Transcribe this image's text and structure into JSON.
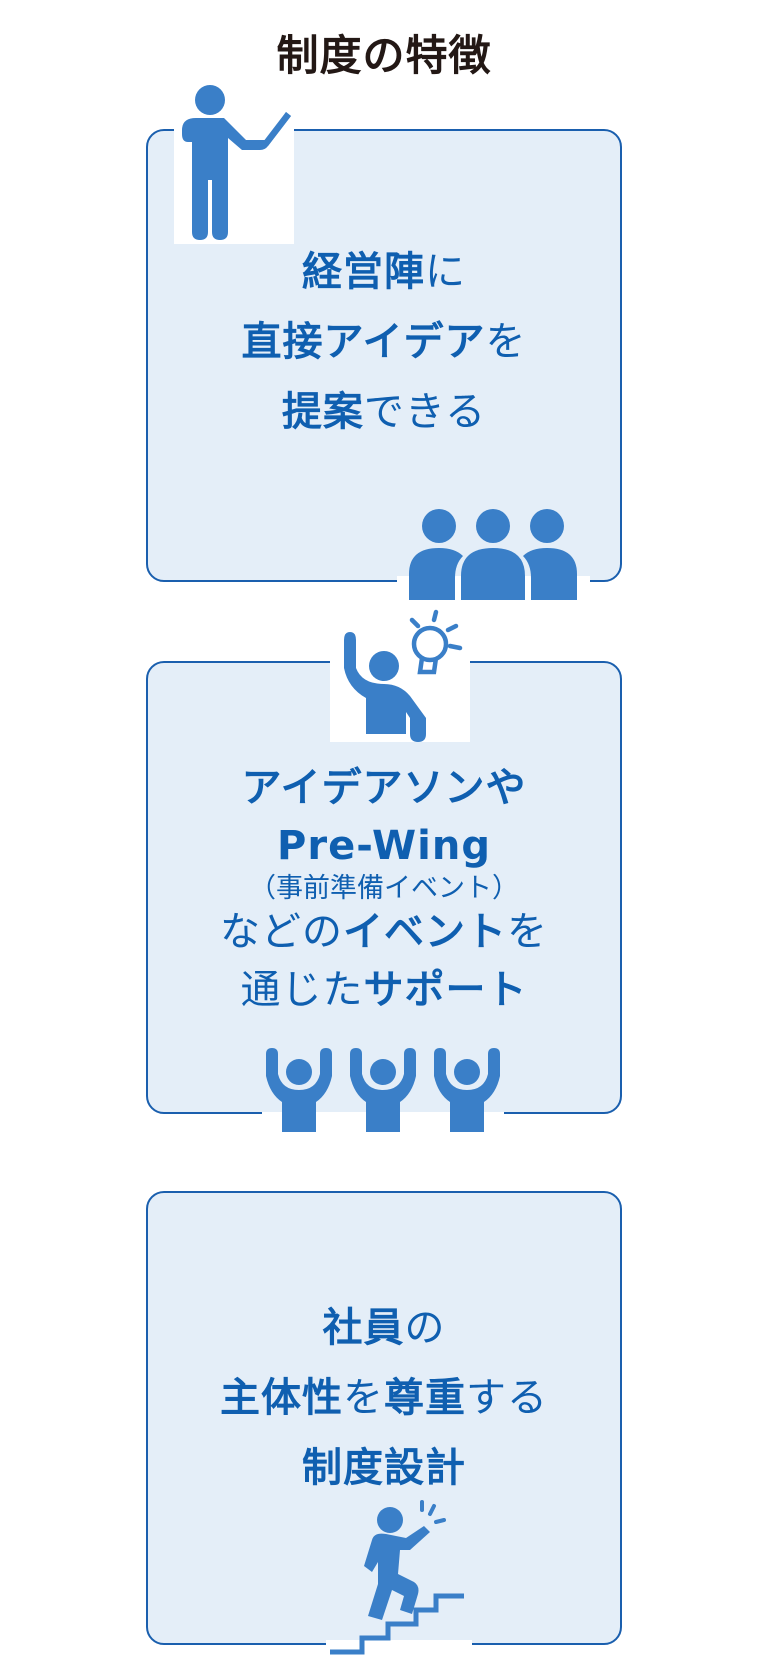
{
  "page": {
    "title": "制度の特徴"
  },
  "colors": {
    "accent": "#0f5fb0",
    "card_border": "#1a5fae",
    "card_background": "#e4eef8",
    "icon": "#3a7fc8",
    "title_text": "#231815"
  },
  "features": [
    {
      "icon_top": "presenter-icon",
      "icon_bottom": "audience-icon",
      "lines": [
        {
          "parts": [
            {
              "text": "経営陣",
              "weight": "bold"
            },
            {
              "text": "に",
              "weight": "normal"
            }
          ]
        },
        {
          "parts": [
            {
              "text": "直接アイデア",
              "weight": "bold"
            },
            {
              "text": "を",
              "weight": "normal"
            }
          ]
        },
        {
          "parts": [
            {
              "text": "提案",
              "weight": "bold"
            },
            {
              "text": "できる",
              "weight": "normal"
            }
          ]
        }
      ]
    },
    {
      "icon_top": "idea-person-icon",
      "icon_bottom": "cheering-people-icon",
      "lines": [
        {
          "parts": [
            {
              "text": "アイデアソンや",
              "weight": "bold"
            }
          ]
        },
        {
          "parts": [
            {
              "text": "Pre-Wing",
              "weight": "bold"
            }
          ]
        },
        {
          "parts": [
            {
              "text": "（事前準備イベント）",
              "weight": "normal"
            }
          ]
        },
        {
          "parts": [
            {
              "text": "などの",
              "weight": "normal"
            },
            {
              "text": "イベント",
              "weight": "bold"
            },
            {
              "text": "を",
              "weight": "normal"
            }
          ]
        },
        {
          "parts": [
            {
              "text": "通じた",
              "weight": "normal"
            },
            {
              "text": "サポート",
              "weight": "bold"
            }
          ]
        }
      ]
    },
    {
      "icon_bottom": "climbing-stairs-icon",
      "lines": [
        {
          "parts": [
            {
              "text": "社員",
              "weight": "bold"
            },
            {
              "text": "の",
              "weight": "normal"
            }
          ]
        },
        {
          "parts": [
            {
              "text": "主体性",
              "weight": "bold"
            },
            {
              "text": "を",
              "weight": "normal"
            },
            {
              "text": "尊重",
              "weight": "bold"
            },
            {
              "text": "する",
              "weight": "normal"
            }
          ]
        },
        {
          "parts": [
            {
              "text": "制度設計",
              "weight": "bold"
            }
          ]
        }
      ]
    }
  ]
}
